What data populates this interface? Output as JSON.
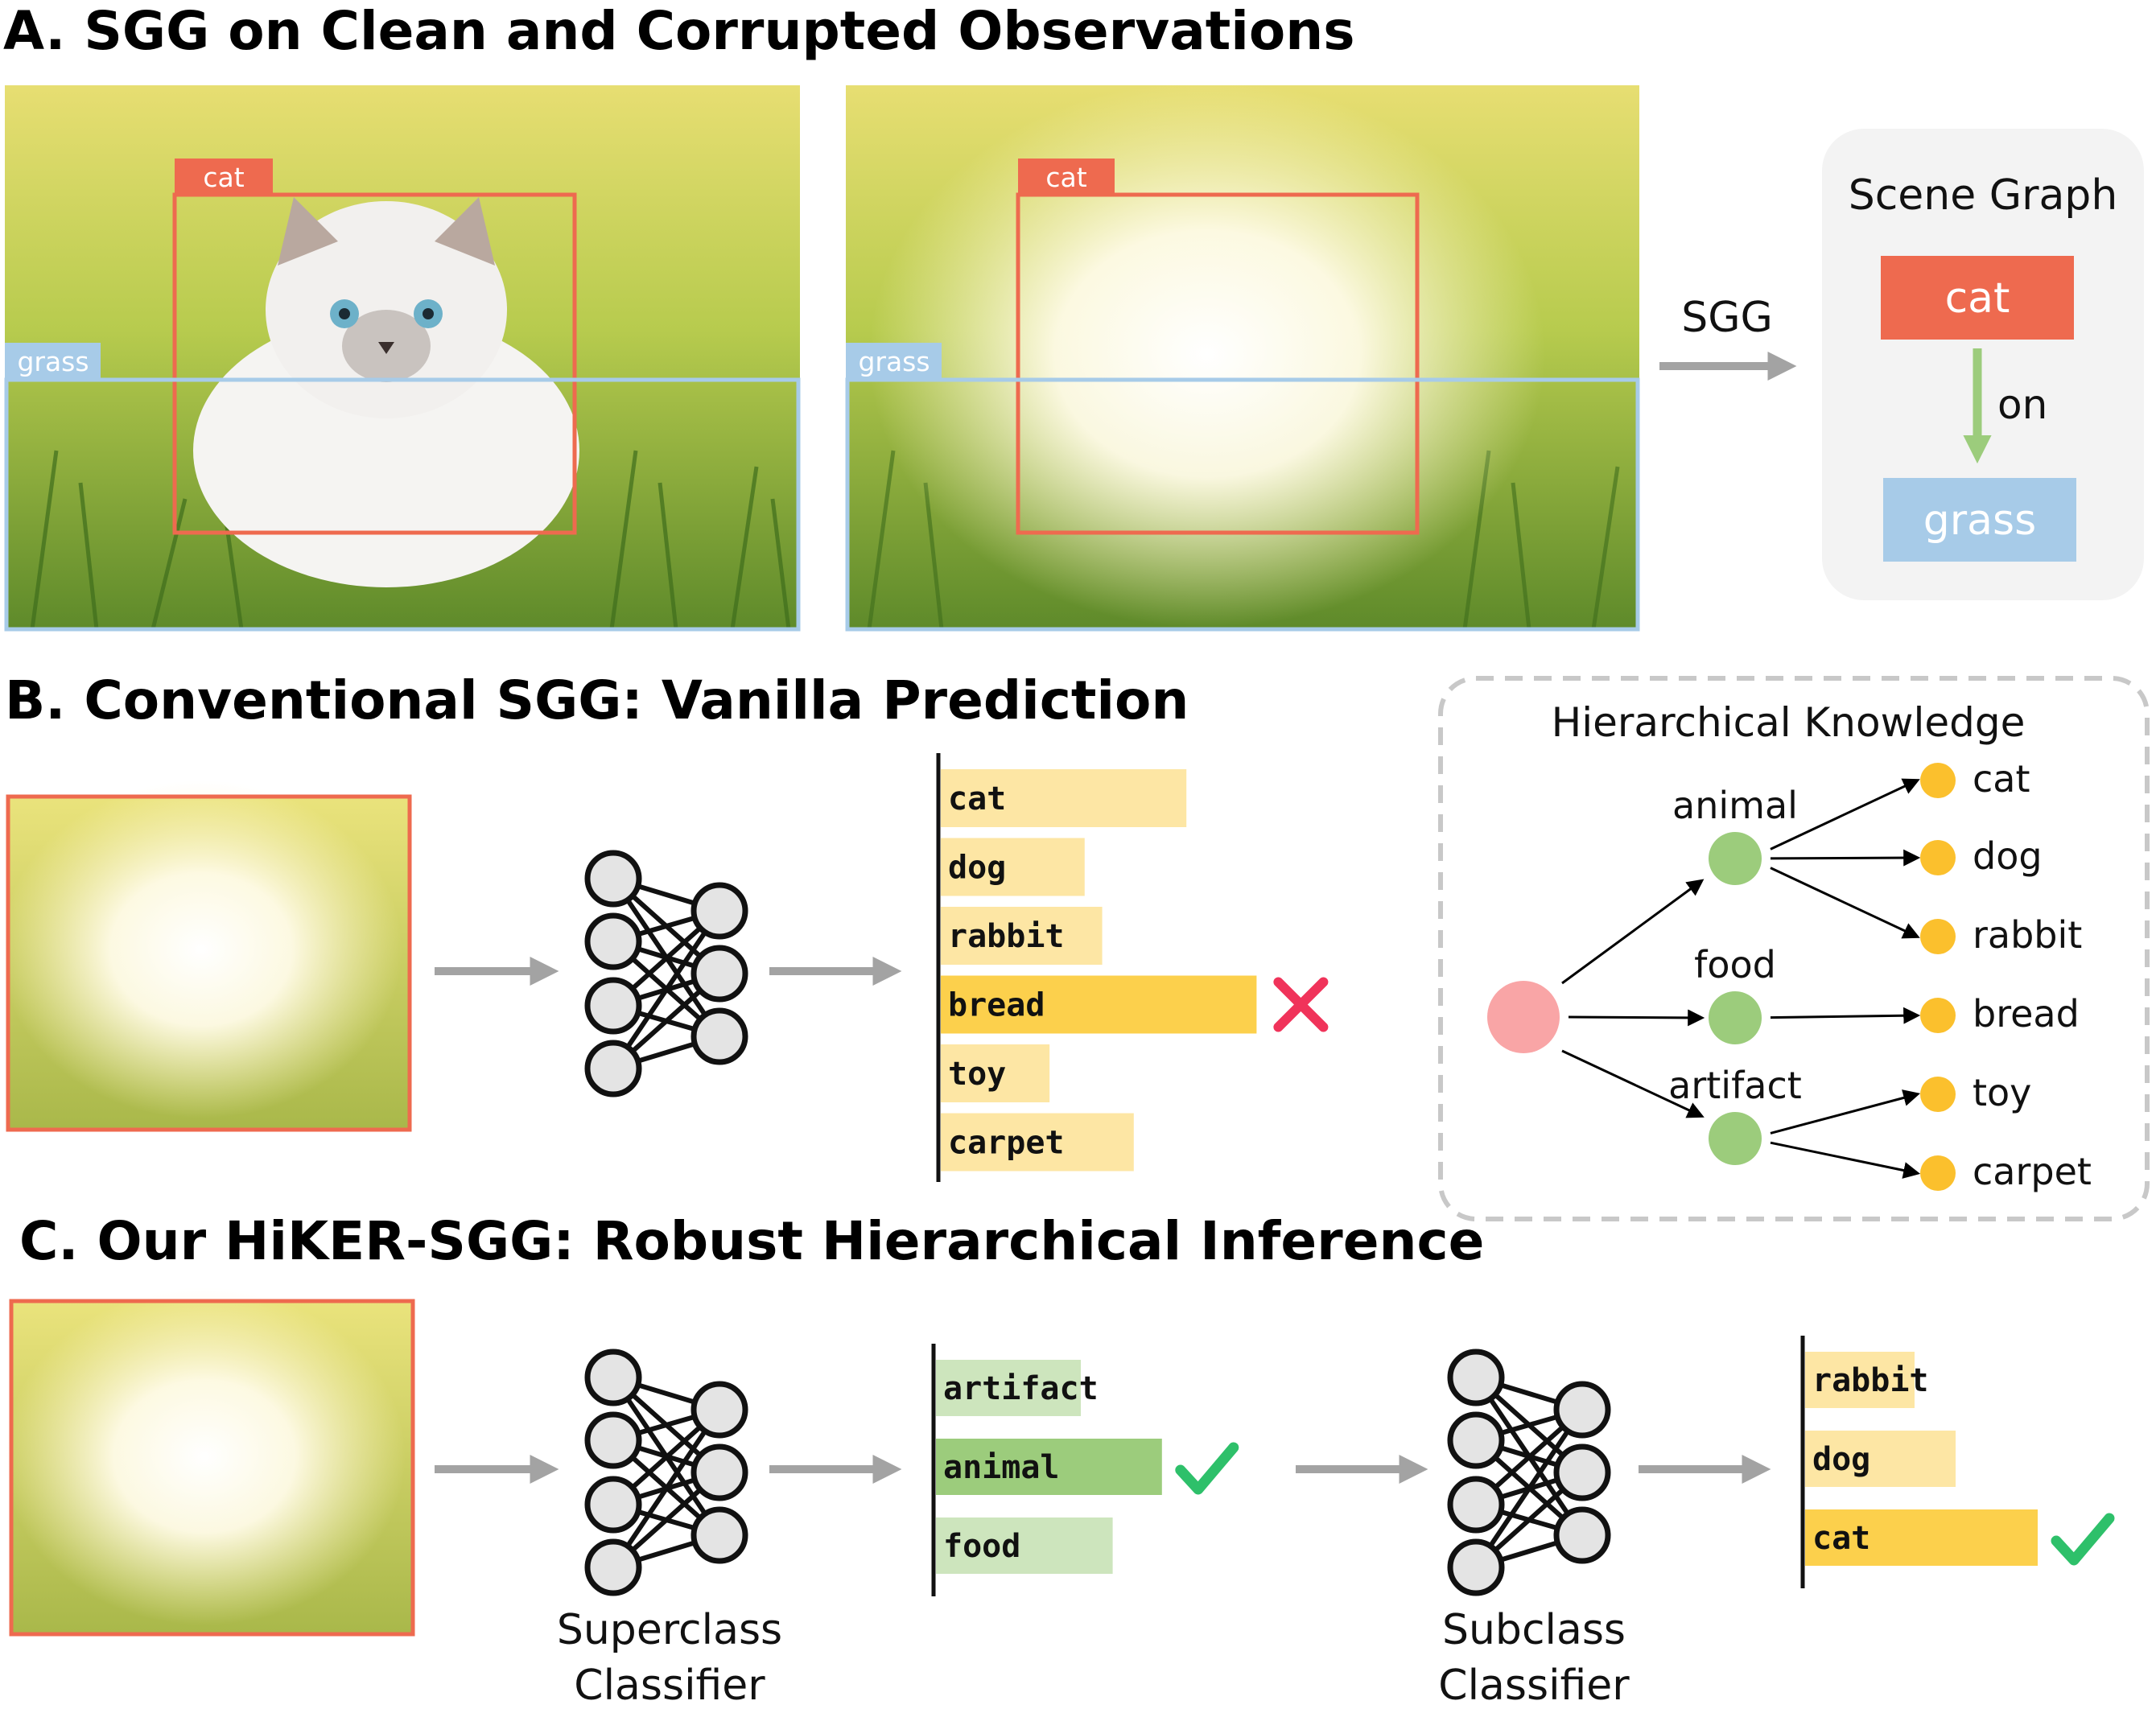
{
  "sectionA": {
    "letter": "A.",
    "title": "SGG on Clean and Corrupted Observations",
    "clean_image": {
      "labels": {
        "cat": "cat",
        "grass": "grass"
      }
    },
    "corrupted_image": {
      "labels": {
        "cat": "cat",
        "grass": "grass"
      }
    },
    "arrow_label": "SGG",
    "scene_graph": {
      "title": "Scene Graph",
      "subject": "cat",
      "predicate": "on",
      "object": "grass"
    }
  },
  "sectionB": {
    "letter": "B.",
    "title_bold": "Conventional SGG:",
    "title_rest": "Vanilla Prediction",
    "predictions": [
      {
        "label": "cat",
        "score": 0.7
      },
      {
        "label": "dog",
        "score": 0.41
      },
      {
        "label": "rabbit",
        "score": 0.46
      },
      {
        "label": "bread",
        "score": 0.9,
        "highlight": true,
        "mark": "wrong"
      },
      {
        "label": "toy",
        "score": 0.31
      },
      {
        "label": "carpet",
        "score": 0.55
      }
    ]
  },
  "knowledge": {
    "title": "Hierarchical Knowledge",
    "superclasses": [
      {
        "name": "animal",
        "children": [
          "cat",
          "dog",
          "rabbit"
        ]
      },
      {
        "name": "food",
        "children": [
          "bread"
        ]
      },
      {
        "name": "artifact",
        "children": [
          "toy",
          "carpet"
        ]
      }
    ]
  },
  "sectionC": {
    "letter": "C.",
    "title_bold": "Our HiKER-SGG:",
    "title_rest": "Robust Hierarchical Inference",
    "superclass_classifier": {
      "line1": "Superclass",
      "line2": "Classifier"
    },
    "subclass_classifier": {
      "line1": "Subclass",
      "line2": "Classifier"
    },
    "superclass_predictions": [
      {
        "label": "artifact",
        "score": 0.5
      },
      {
        "label": "animal",
        "score": 0.78,
        "highlight": true,
        "mark": "correct"
      },
      {
        "label": "food",
        "score": 0.61
      }
    ],
    "subclass_predictions": [
      {
        "label": "rabbit",
        "score": 0.4
      },
      {
        "label": "dog",
        "score": 0.55
      },
      {
        "label": "cat",
        "score": 0.85,
        "highlight": true,
        "mark": "correct"
      }
    ]
  },
  "colors": {
    "cat_box": "#ee6a4f",
    "grass_box": "#a7cbe8",
    "bar_light_yellow": "#fde6a4",
    "bar_strong_yellow": "#fcd04c",
    "bar_light_green": "#cde5bd",
    "bar_strong_green": "#9ccc7c",
    "node_green": "#9ccc7c",
    "node_yellow": "#fbc02d",
    "node_root": "#f9a5a6",
    "check_green": "#2ec06a",
    "cross_red": "#f0335a",
    "arrow_gray": "#a3a3a3"
  }
}
